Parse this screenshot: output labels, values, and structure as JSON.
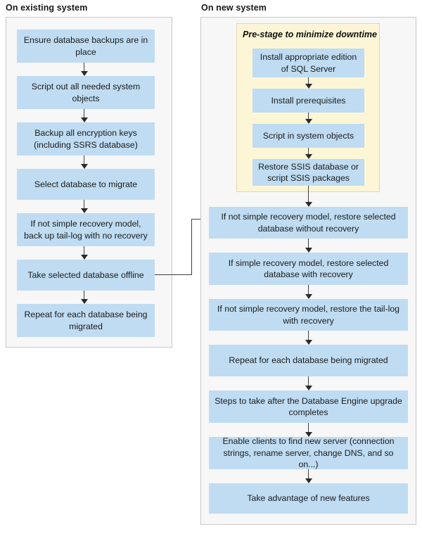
{
  "diagram": {
    "title_existing": "On existing system",
    "title_new": "On new system",
    "colors": {
      "node_fill": "#bfdcf2",
      "panel_fill": "#f7f7f7",
      "panel_border": "#c8c8c8",
      "prestage_fill": "#fcf6d6",
      "prestage_border": "#ded8b2",
      "connector": "#3f3f3f",
      "text": "#1a1a1a"
    }
  },
  "existing_system": {
    "title": "On existing system",
    "steps": [
      {
        "id": "ensure-backups",
        "label": "Ensure database backups are in place"
      },
      {
        "id": "script-system-objects",
        "label": "Script out all needed system objects"
      },
      {
        "id": "backup-encryption-keys",
        "label": "Backup all encryption keys (including SSRS database)"
      },
      {
        "id": "select-database",
        "label": "Select database to migrate"
      },
      {
        "id": "backup-tail-log",
        "label": "If not simple recovery model, back up tail-log with no recovery"
      },
      {
        "id": "take-offline",
        "label": "Take selected database offline"
      },
      {
        "id": "repeat-each-database",
        "label": "Repeat for each database being migrated"
      }
    ]
  },
  "new_system": {
    "title": "On new system",
    "prestage": {
      "title": "Pre-stage to minimize downtime",
      "steps": [
        {
          "id": "install-edition",
          "label": "Install appropriate edition of SQL Server"
        },
        {
          "id": "install-prerequisites",
          "label": "Install prerequisites"
        },
        {
          "id": "script-in-system-objects",
          "label": "Script in system objects"
        },
        {
          "id": "restore-ssis",
          "label": "Restore SSIS database or script SSIS packages"
        }
      ]
    },
    "steps": [
      {
        "id": "restore-without-recovery",
        "label": "If not simple recovery model, restore selected database without recovery"
      },
      {
        "id": "restore-with-recovery",
        "label": "If simple recovery model, restore selected database with recovery"
      },
      {
        "id": "restore-tail-log",
        "label": "If not simple recovery model, restore the tail-log with recovery"
      },
      {
        "id": "repeat-each-database-new",
        "label": "Repeat for each database being migrated"
      },
      {
        "id": "post-upgrade-steps",
        "label": "Steps to take after the Database Engine upgrade completes"
      },
      {
        "id": "enable-clients",
        "label": "Enable clients to find new server (connection strings, rename server, change DNS, and so on...)"
      },
      {
        "id": "take-advantage",
        "label": "Take advantage of new features"
      }
    ]
  },
  "cross_connector": {
    "from": "take-offline",
    "to": "restore-without-recovery"
  }
}
